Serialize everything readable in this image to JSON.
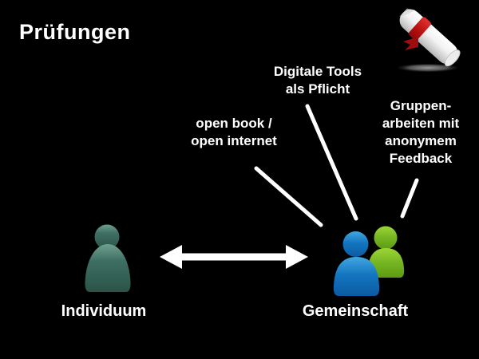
{
  "slide": {
    "title": "Prüfungen",
    "background": "#000000",
    "text_color": "#ffffff"
  },
  "callouts": {
    "open_book": {
      "lines": [
        "open book /",
        "open internet"
      ]
    },
    "digital_tools": {
      "lines": [
        "Digitale Tools",
        "als Pflicht"
      ]
    },
    "group_feedback": {
      "lines": [
        "Gruppen-",
        "arbeiten mit",
        "anonymem",
        "Feedback"
      ]
    }
  },
  "actors": {
    "individual": {
      "label": "Individuum",
      "color": "#3a665a"
    },
    "community": {
      "label": "Gemeinschaft",
      "front_color": "#1476c0",
      "back_color": "#79b824"
    }
  },
  "icons": {
    "diploma": "diploma-scroll-icon",
    "ribbon_color": "#b40f0f"
  },
  "connectors": {
    "color": "#ffffff",
    "count": 3,
    "double_arrow": true
  }
}
